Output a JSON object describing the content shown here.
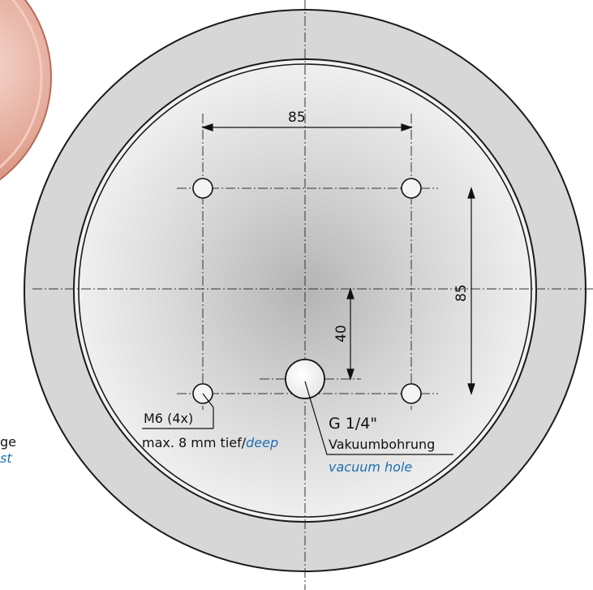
{
  "dimensions": {
    "hole_spacing_horizontal": "85",
    "hole_spacing_vertical": "85",
    "center_to_lower_holes": "40"
  },
  "callouts": {
    "thread_label": "M6 (4x)",
    "thread_depth_prefix": "max. 8 mm tief/",
    "thread_depth_en": "deep",
    "port_label": "G 1/4\"",
    "port_name_de": "Vakuumbohrung",
    "port_name_en": "vacuum hole"
  },
  "partial_text": {
    "left_line1": "ge",
    "left_line2": "st"
  },
  "colors": {
    "accent_blue": "#1f6fb2",
    "copper": "#d98a78",
    "outer_ring": "#d6d6d6",
    "face_center": "#b9b9b9",
    "face_edge": "#ececec",
    "line": "#222222"
  }
}
